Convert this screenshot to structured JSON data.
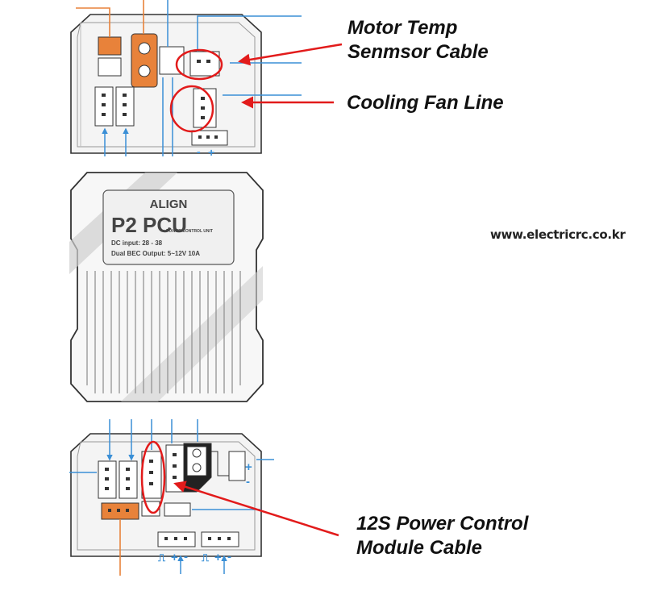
{
  "callouts": {
    "motor_temp_line1": "Motor Temp",
    "motor_temp_line2": "Senmsor Cable",
    "cooling_fan": "Cooling Fan Line",
    "power_module_line1": "12S Power Control",
    "power_module_line2": "Module Cable"
  },
  "watermark": "www.electricrc.co.kr",
  "unit_label": {
    "brand": "ALIGN",
    "model": "P2 PCU",
    "subtitle": "POWER CONTROL UNIT",
    "spec1": "DC input: 28 - 38",
    "spec2": "Dual BEC Output: 5~12V 10A"
  },
  "polarity": {
    "plus": "+",
    "minus": "-",
    "pwm": "⎍"
  },
  "colors": {
    "red": "#e21b1b",
    "blue": "#3a8fd6",
    "orange": "#e8823a",
    "body_stroke": "#333333",
    "fins": "#9a9a9a"
  }
}
